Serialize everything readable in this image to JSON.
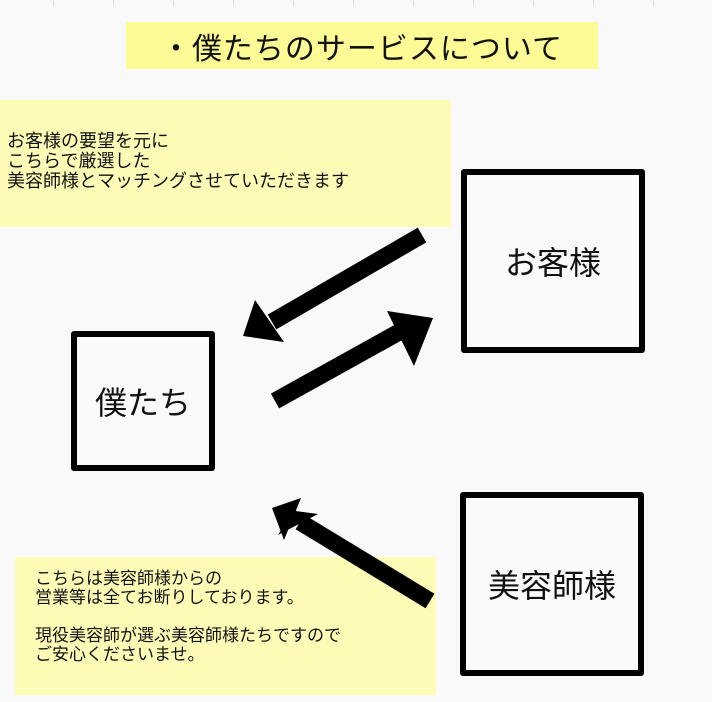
{
  "title": "・僕たちのサービスについて",
  "notes": {
    "top": "お客様の要望を元に\nこちらで厳選した\n美容師様とマッチングさせていただきます",
    "bottom": "こちらは美容師様からの\n営業等は全てお断りしております。\n\n現役美容師が選ぶ美容師様たちですので\nご安心くださいませ。"
  },
  "nodes": {
    "us": "僕たち",
    "customer": "お客様",
    "stylist": "美容師様"
  },
  "arrows": [
    {
      "from": "customer",
      "to": "us",
      "icon": "arrow-left-down"
    },
    {
      "from": "us",
      "to": "customer",
      "icon": "arrow-right-up"
    },
    {
      "from": "stylist",
      "to": "us",
      "icon": "arrow-left-up"
    }
  ],
  "colors": {
    "background": "#f9f9f9",
    "title_highlight": "#fdfb95",
    "note_highlight": "#fdfbb6",
    "stroke": "#000000"
  }
}
